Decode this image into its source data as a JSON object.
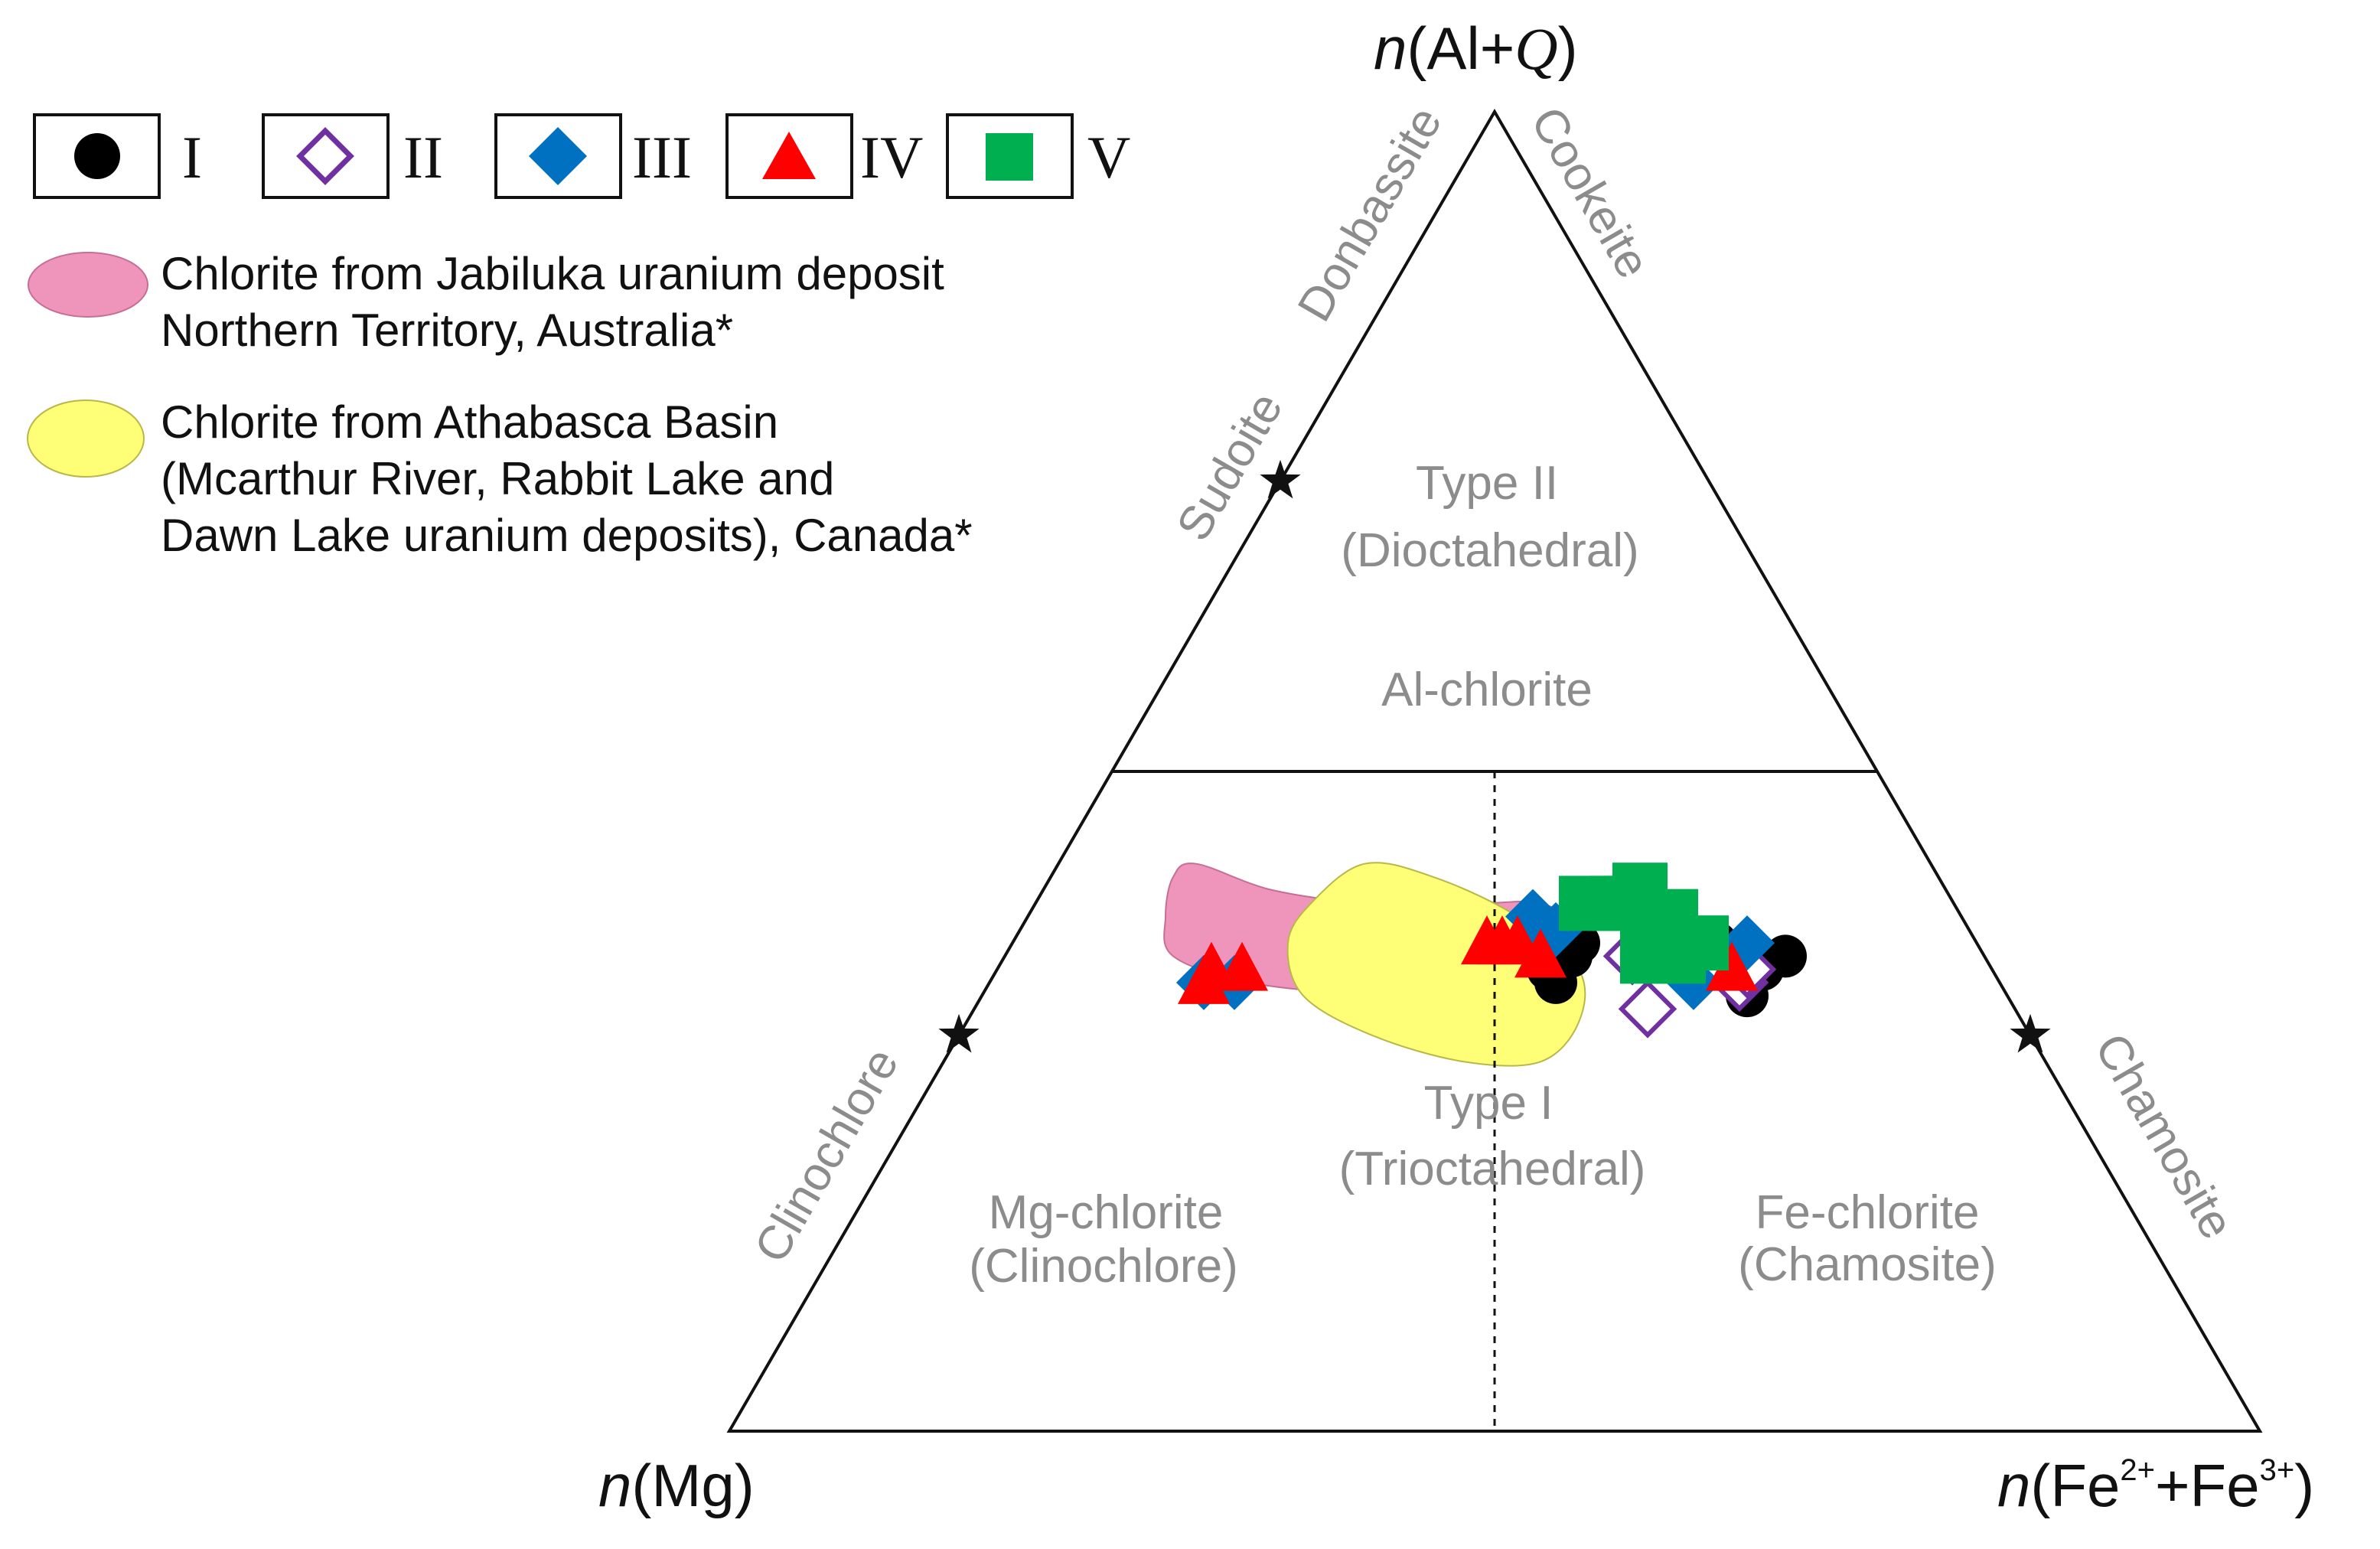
{
  "chart_data": {
    "type": "scatter",
    "subtype": "ternary",
    "apices": {
      "top": {
        "italic": "n",
        "text": "(Al+",
        "italic2": "Q",
        "text2": ")"
      },
      "left": {
        "italic": "n",
        "text": "(Mg)"
      },
      "right": {
        "italic": "n",
        "text": "(Fe",
        "sup1": "2+",
        "mid": "+Fe",
        "sup2": "3+",
        "end": ")"
      }
    },
    "colors": {
      "I": "#000000",
      "II": "#7030a0",
      "III": "#0070c0",
      "IV": "#ff0000",
      "V": "#00b050",
      "pink": "#ef95bb",
      "yellow": "#ffff77",
      "label_gray": "#8c8c8c"
    },
    "legend": {
      "series": [
        {
          "key": "I",
          "label": "I",
          "marker": "filled-circle"
        },
        {
          "key": "II",
          "label": "II",
          "marker": "open-diamond"
        },
        {
          "key": "III",
          "label": "III",
          "marker": "filled-diamond"
        },
        {
          "key": "IV",
          "label": "IV",
          "marker": "filled-triangle"
        },
        {
          "key": "V",
          "label": "V",
          "marker": "filled-square"
        }
      ],
      "fields": [
        {
          "key": "pink",
          "lines": [
            "Chlorite from Jabiluka uranium deposit",
            "Northern Territory, Australia*"
          ]
        },
        {
          "key": "yellow",
          "lines": [
            "Chlorite from Athabasca Basin",
            "(Mcarthur River, Rabbit Lake and",
            "Dawn Lake uranium deposits), Canada*"
          ]
        }
      ]
    },
    "edge_labels": {
      "donbassite": "Donbassite",
      "cookeite": "Cookeite",
      "sudoite": "Sudoite",
      "clinochlore": "Clinochlore",
      "chamosite": "Chamosite"
    },
    "end_members": [
      {
        "name": "Sudoite",
        "t": 0.72,
        "m": 0.28,
        "f": 0.0
      },
      {
        "name": "Clinochlore",
        "t": 0.3,
        "m": 0.7,
        "f": 0.0
      },
      {
        "name": "Chamosite",
        "t": 0.3,
        "m": 0.0,
        "f": 0.7
      }
    ],
    "fields": {
      "type_ii": "Type II",
      "dioctahedral": "(Dioctahedral)",
      "al_chlorite": "Al-chlorite",
      "type_i": "Type I",
      "trioctahedral": "(Trioctahedral)",
      "mg_chlorite": "Mg-chlorite",
      "clinochlore_paren": "(Clinochlore)",
      "fe_chlorite": "Fe-chlorite",
      "chamosite_paren": "(Chamosite)"
    },
    "boundaries": {
      "al_chlorite_t": 0.5,
      "mg_fe_divide": "Mg = Fe"
    },
    "regions": [
      {
        "key": "pink",
        "label": "Jabiluka",
        "outline": [
          {
            "t": 0.43,
            "m": 0.48,
            "f": 0.09
          },
          {
            "t": 0.41,
            "m": 0.44,
            "f": 0.15
          },
          {
            "t": 0.4,
            "m": 0.38,
            "f": 0.22
          },
          {
            "t": 0.4,
            "m": 0.31,
            "f": 0.29
          },
          {
            "t": 0.4,
            "m": 0.27,
            "f": 0.33
          },
          {
            "t": 0.38,
            "m": 0.25,
            "f": 0.37
          },
          {
            "t": 0.36,
            "m": 0.26,
            "f": 0.38
          },
          {
            "t": 0.33,
            "m": 0.3,
            "f": 0.37
          },
          {
            "t": 0.32,
            "m": 0.35,
            "f": 0.33
          },
          {
            "t": 0.33,
            "m": 0.42,
            "f": 0.25
          },
          {
            "t": 0.34,
            "m": 0.49,
            "f": 0.17
          },
          {
            "t": 0.36,
            "m": 0.53,
            "f": 0.11
          },
          {
            "t": 0.39,
            "m": 0.52,
            "f": 0.09
          },
          {
            "t": 0.42,
            "m": 0.5,
            "f": 0.08
          }
        ]
      },
      {
        "key": "yellow",
        "label": "Athabasca Basin",
        "outline": [
          {
            "t": 0.43,
            "m": 0.37,
            "f": 0.2
          },
          {
            "t": 0.42,
            "m": 0.33,
            "f": 0.25
          },
          {
            "t": 0.39,
            "m": 0.29,
            "f": 0.32
          },
          {
            "t": 0.35,
            "m": 0.27,
            "f": 0.38
          },
          {
            "t": 0.31,
            "m": 0.29,
            "f": 0.4
          },
          {
            "t": 0.28,
            "m": 0.33,
            "f": 0.39
          },
          {
            "t": 0.28,
            "m": 0.38,
            "f": 0.34
          },
          {
            "t": 0.3,
            "m": 0.43,
            "f": 0.27
          },
          {
            "t": 0.33,
            "m": 0.46,
            "f": 0.21
          },
          {
            "t": 0.37,
            "m": 0.45,
            "f": 0.18
          },
          {
            "t": 0.4,
            "m": 0.42,
            "f": 0.18
          }
        ]
      }
    ],
    "series": [
      {
        "key": "I",
        "points": [
          {
            "t": 0.35,
            "m": 0.29,
            "f": 0.36
          },
          {
            "t": 0.34,
            "m": 0.29,
            "f": 0.37
          },
          {
            "t": 0.36,
            "m": 0.27,
            "f": 0.37
          },
          {
            "t": 0.37,
            "m": 0.26,
            "f": 0.37
          },
          {
            "t": 0.36,
            "m": 0.28,
            "f": 0.36
          },
          {
            "t": 0.33,
            "m": 0.17,
            "f": 0.5
          },
          {
            "t": 0.35,
            "m": 0.15,
            "f": 0.5
          },
          {
            "t": 0.36,
            "m": 0.13,
            "f": 0.51
          },
          {
            "t": 0.38,
            "m": 0.19,
            "f": 0.43
          },
          {
            "t": 0.37,
            "m": 0.17,
            "f": 0.46
          }
        ]
      },
      {
        "key": "II",
        "points": [
          {
            "t": 0.32,
            "m": 0.24,
            "f": 0.44
          },
          {
            "t": 0.36,
            "m": 0.23,
            "f": 0.41
          },
          {
            "t": 0.34,
            "m": 0.17,
            "f": 0.49
          },
          {
            "t": 0.35,
            "m": 0.16,
            "f": 0.49
          }
        ]
      },
      {
        "key": "III",
        "points": [
          {
            "t": 0.34,
            "m": 0.52,
            "f": 0.14
          },
          {
            "t": 0.34,
            "m": 0.5,
            "f": 0.16
          },
          {
            "t": 0.39,
            "m": 0.28,
            "f": 0.33
          },
          {
            "t": 0.38,
            "m": 0.27,
            "f": 0.35
          },
          {
            "t": 0.34,
            "m": 0.2,
            "f": 0.46
          },
          {
            "t": 0.37,
            "m": 0.15,
            "f": 0.48
          }
        ]
      },
      {
        "key": "IV",
        "points": [
          {
            "t": 0.35,
            "m": 0.51,
            "f": 0.14
          },
          {
            "t": 0.34,
            "m": 0.52,
            "f": 0.14
          },
          {
            "t": 0.35,
            "m": 0.49,
            "f": 0.16
          },
          {
            "t": 0.37,
            "m": 0.32,
            "f": 0.31
          },
          {
            "t": 0.37,
            "m": 0.31,
            "f": 0.32
          },
          {
            "t": 0.37,
            "m": 0.3,
            "f": 0.33
          },
          {
            "t": 0.36,
            "m": 0.29,
            "f": 0.35
          },
          {
            "t": 0.36,
            "m": 0.22,
            "f": 0.42
          },
          {
            "t": 0.35,
            "m": 0.17,
            "f": 0.48
          }
        ]
      },
      {
        "key": "V",
        "points": [
          {
            "t": 0.4,
            "m": 0.22,
            "f": 0.38
          },
          {
            "t": 0.4,
            "m": 0.21,
            "f": 0.39
          },
          {
            "t": 0.41,
            "m": 0.2,
            "f": 0.39
          },
          {
            "t": 0.39,
            "m": 0.19,
            "f": 0.42
          },
          {
            "t": 0.38,
            "m": 0.2,
            "f": 0.42
          },
          {
            "t": 0.36,
            "m": 0.2,
            "f": 0.44
          },
          {
            "t": 0.36,
            "m": 0.22,
            "f": 0.42
          },
          {
            "t": 0.4,
            "m": 0.24,
            "f": 0.36
          },
          {
            "t": 0.37,
            "m": 0.18,
            "f": 0.45
          }
        ]
      }
    ]
  }
}
